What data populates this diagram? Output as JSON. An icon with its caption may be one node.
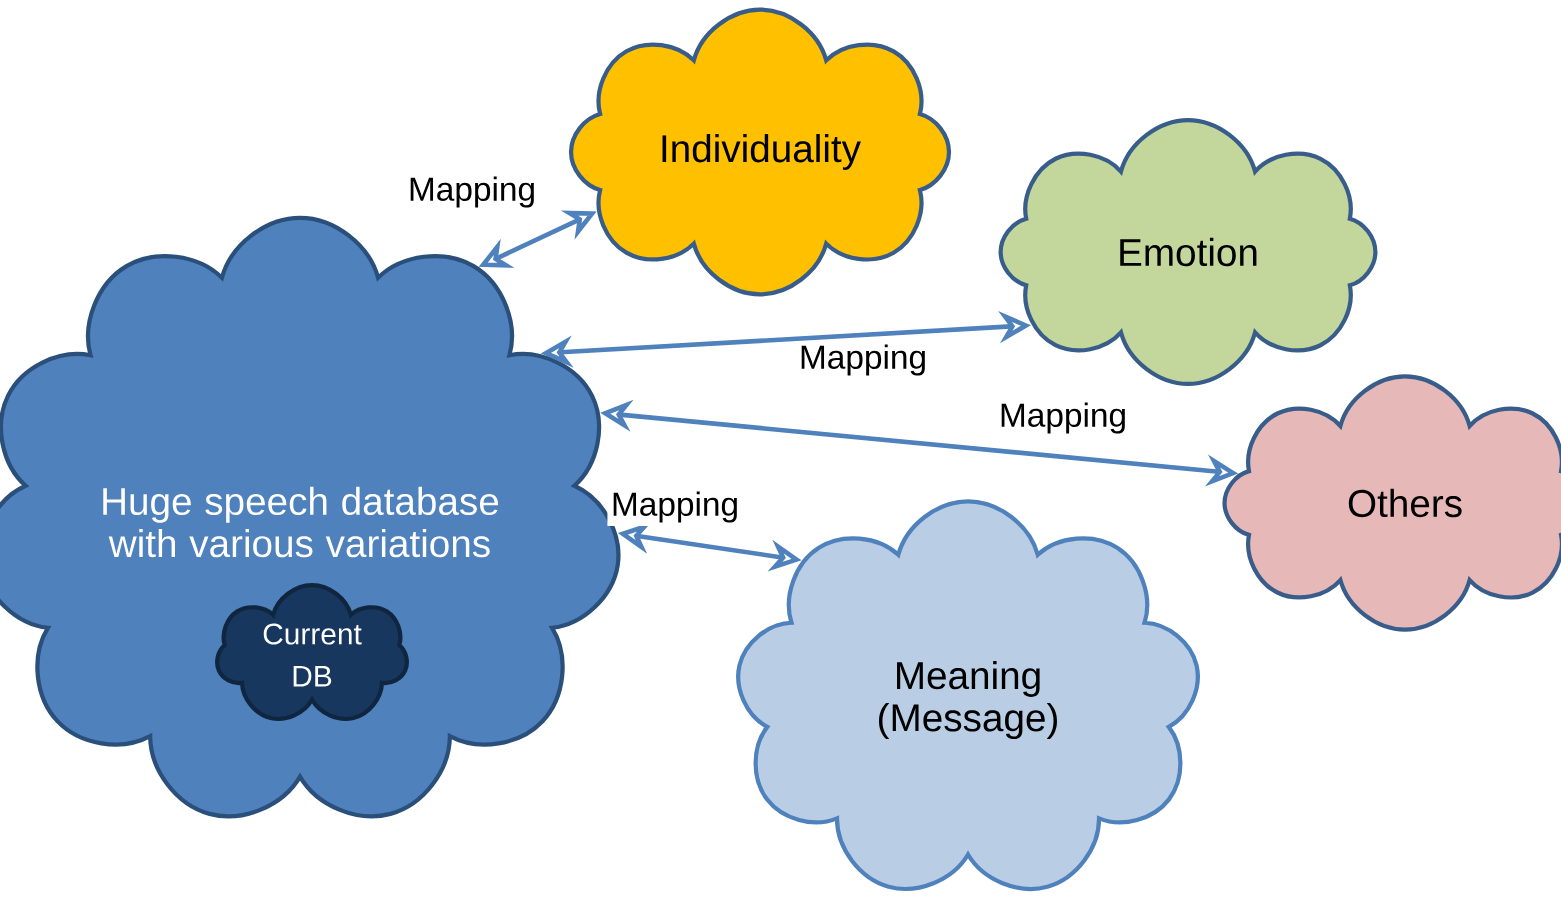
{
  "diagram": {
    "nodes": [
      {
        "text": [
          "Huge speech database with various variations"
        ]
      },
      {
        "text": [
          "Current DB"
        ],
        "in": 0
      },
      {
        "text": [
          "Individuality"
        ]
      },
      {
        "text": [
          "Emotion"
        ]
      },
      {
        "text": [
          "Others"
        ]
      },
      {
        "text": [
          "Meaning (Message)"
        ]
      }
    ],
    "edges": [
      {
        "from": 0,
        "to": 2,
        "arrow": "both",
        "label": "Mapping"
      },
      {
        "from": 0,
        "to": 3,
        "arrow": "both",
        "label": "Mapping"
      },
      {
        "from": 0,
        "to": 4,
        "arrow": "both",
        "label": "Mapping"
      },
      {
        "from": 0,
        "to": 5,
        "arrow": "both",
        "label": "Mapping"
      }
    ]
  }
}
